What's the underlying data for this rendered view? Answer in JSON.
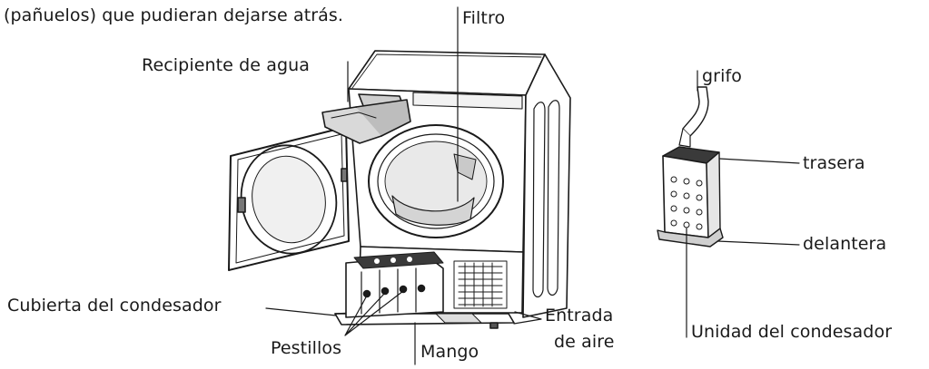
{
  "intro_text": "(pañuelos) que pudieran dejarse atrás.",
  "labels": {
    "filtro": "Filtro",
    "recipiente": "Recipiente de agua",
    "cubierta": "Cubierta del condesador",
    "pestillos": "Pestillos",
    "mango": "Mango",
    "entrada_line1": "Entrada",
    "entrada_line2": "de aire",
    "grifo": "grifo",
    "trasera": "trasera",
    "delantera": "delantera",
    "unidad": "Unidad del condesador"
  }
}
